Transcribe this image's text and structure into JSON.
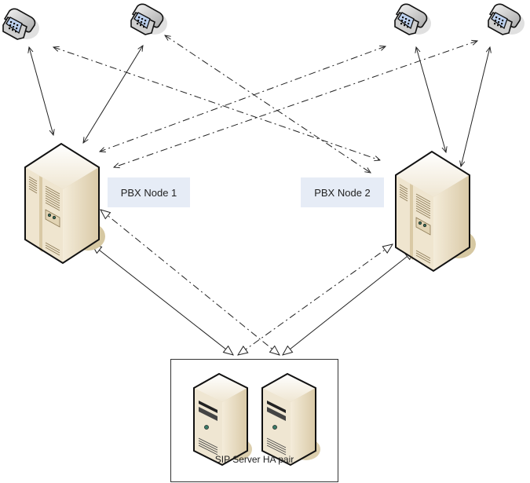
{
  "diagram": {
    "title": "PBX cluster with SIP Server HA pair",
    "nodes": [
      {
        "id": "phone1",
        "type": "telephone",
        "icon": "telephone-icon"
      },
      {
        "id": "phone2",
        "type": "telephone",
        "icon": "telephone-icon"
      },
      {
        "id": "phone3",
        "type": "telephone",
        "icon": "telephone-icon"
      },
      {
        "id": "phone4",
        "type": "telephone",
        "icon": "telephone-icon"
      },
      {
        "id": "pbx1",
        "type": "tower-server",
        "icon": "server-tower-icon",
        "label": "PBX Node 1"
      },
      {
        "id": "pbx2",
        "type": "tower-server",
        "icon": "server-tower-icon",
        "label": "PBX Node 2"
      },
      {
        "id": "sip_a",
        "type": "pc-server",
        "icon": "server-icon"
      },
      {
        "id": "sip_b",
        "type": "pc-server",
        "icon": "server-icon"
      }
    ],
    "group": {
      "id": "sip_pair",
      "label": "SIP Server HA pair",
      "members": [
        "sip_a",
        "sip_b"
      ]
    },
    "edges": [
      {
        "from": "phone1",
        "to": "pbx1",
        "style": "solid",
        "arrows": "both"
      },
      {
        "from": "phone2",
        "to": "pbx1",
        "style": "solid",
        "arrows": "both"
      },
      {
        "from": "phone3",
        "to": "pbx2",
        "style": "solid",
        "arrows": "both"
      },
      {
        "from": "phone4",
        "to": "pbx2",
        "style": "solid",
        "arrows": "both"
      },
      {
        "from": "phone1",
        "to": "pbx2",
        "style": "dash-dot",
        "arrows": "both"
      },
      {
        "from": "phone2",
        "to": "pbx2",
        "style": "dash-dot",
        "arrows": "both"
      },
      {
        "from": "phone3",
        "to": "pbx1",
        "style": "dash-dot",
        "arrows": "both"
      },
      {
        "from": "phone4",
        "to": "pbx1",
        "style": "dash-dot",
        "arrows": "both"
      },
      {
        "from": "pbx1",
        "to": "sip_pair",
        "style": "solid",
        "arrows": "both-hollow"
      },
      {
        "from": "pbx2",
        "to": "sip_pair",
        "style": "solid",
        "arrows": "both-hollow"
      },
      {
        "from": "pbx1",
        "to": "sip_pair",
        "style": "dash-dot",
        "arrows": "both-hollow"
      },
      {
        "from": "pbx2",
        "to": "sip_pair",
        "style": "dash-dot",
        "arrows": "both-hollow"
      }
    ]
  },
  "labels": {
    "pbx1": "PBX Node 1",
    "pbx2": "PBX Node 2",
    "sip_group": "SIP Server HA pair"
  },
  "colors": {
    "label_bg": "#e6ecf6",
    "server_body": "#e8dcc4",
    "server_shadow": "#d8ccaa",
    "phone_keypad": "#b8c8e8",
    "line": "#222222"
  }
}
